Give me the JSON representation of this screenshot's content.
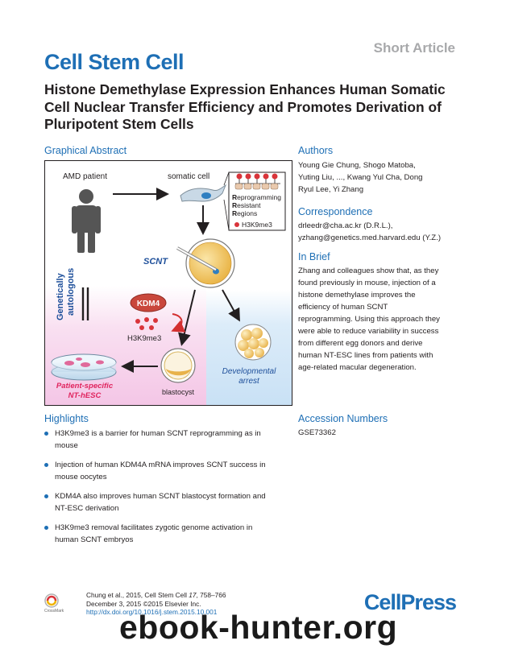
{
  "header": {
    "article_type": "Short Article",
    "journal": "Cell Stem Cell",
    "title": "Histone Demethylase Expression Enhances Human Somatic Cell Nuclear Transfer Efficiency and Promotes Derivation of Pluripotent Stem Cells"
  },
  "graphical_abstract": {
    "heading": "Graphical Abstract",
    "labels": {
      "amd_patient": "AMD patient",
      "somatic_cell": "somatic cell",
      "rrr_r": "R",
      "rrr_line1_rest": "eprogramming",
      "rrr_line2_first": "R",
      "rrr_line2_rest": "esistant",
      "rrr_line3_first": "R",
      "rrr_line3_rest": "egions",
      "h3k9me3_legend": "H3K9me3",
      "scnt": "SCNT",
      "genetically": "Genetically",
      "autologous": "autologous",
      "kdm4": "KDM4",
      "h3k9me3": "H3K9me3",
      "patient_specific_1": "Patient-specific",
      "patient_specific_2": "NT-hESC",
      "blastocyst": "blastocyst",
      "developmental_1": "Developmental",
      "developmental_2": "arrest"
    }
  },
  "authors": {
    "heading": "Authors",
    "lines": [
      "Young Gie Chung, Shogo Matoba,",
      "Yuting Liu, ..., Kwang Yul Cha, Dong",
      "Ryul Lee, Yi Zhang"
    ]
  },
  "correspondence": {
    "heading": "Correspondence",
    "lines": [
      "drleedr@cha.ac.kr (D.R.L.),",
      "yzhang@genetics.med.harvard.edu (Y.Z.)"
    ]
  },
  "in_brief": {
    "heading": "In Brief",
    "lines": [
      "Zhang and colleagues show that, as they",
      "found previously in mouse, injection of a",
      "histone demethylase improves the",
      "efficiency of human SCNT",
      "reprogramming. Using this approach they",
      "were able to reduce variability in success",
      "from different egg donors and derive",
      "human NT-ESC lines from patients with",
      "age-related macular degeneration."
    ]
  },
  "highlights": {
    "heading": "Highlights",
    "items": [
      [
        "H3K9me3 is a barrier for human SCNT reprogramming as in",
        "mouse"
      ],
      [
        "Injection of human KDM4A mRNA improves SCNT success in",
        "mouse oocytes"
      ],
      [
        "KDM4A also improves human SCNT blastocyst formation and",
        "NT-ESC derivation"
      ],
      [
        "H3K9me3 removal facilitates zygotic genome activation in",
        "human SCNT embryos"
      ]
    ]
  },
  "accession": {
    "heading": "Accession Numbers",
    "value": "GSE73362"
  },
  "footer": {
    "citation_prefix": "Chung et al., 2015, Cell Stem Cell ",
    "volume": "17",
    "pages": ", 758–766",
    "date_line": "December 3, 2015 ©2015 Elsevier Inc.",
    "doi": "http://dx.doi.org/10.1016/j.stem.2015.10.001",
    "crossmark": "CrossMark",
    "publisher_logo": "CellPress"
  },
  "watermark": "ebook-hunter.org",
  "colors": {
    "accent_blue": "#1e6fb5",
    "kdm4_red": "#c0392b",
    "pink_region": "#f7d3ea",
    "blue_region": "#d2e6f7"
  }
}
